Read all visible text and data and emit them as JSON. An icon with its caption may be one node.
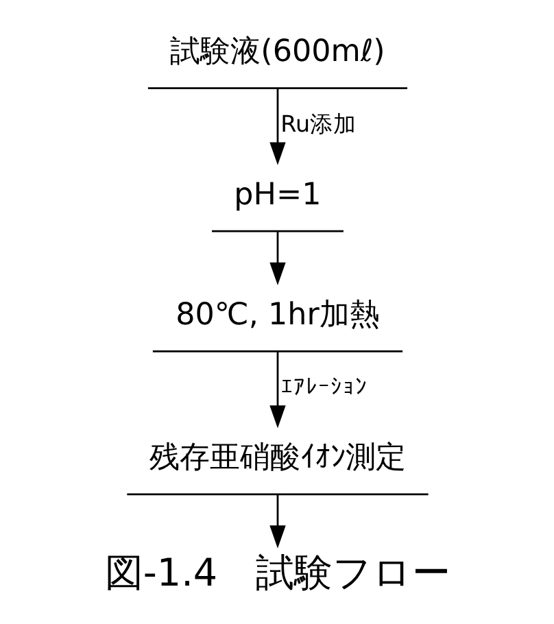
{
  "diagram": {
    "caption": "図-1.4　試験フロー",
    "nodes": [
      {
        "text": [
          "試験液(600mℓ)"
        ]
      },
      {
        "text": [
          "pH=1"
        ]
      },
      {
        "text": [
          "80℃, 1hr加熱"
        ]
      },
      {
        "text": [
          "残存亜硝酸ｲｵﾝ測定"
        ]
      }
    ],
    "edges": [
      {
        "from": 0,
        "to": 1,
        "arrow": "to",
        "label": "Ru添加"
      },
      {
        "from": 1,
        "to": 2,
        "arrow": "to"
      },
      {
        "from": 2,
        "to": 3,
        "arrow": "to",
        "label": "ｴｱﾚｰｼｮﾝ"
      },
      {
        "from": 3,
        "to": null,
        "arrow": "to"
      }
    ]
  }
}
